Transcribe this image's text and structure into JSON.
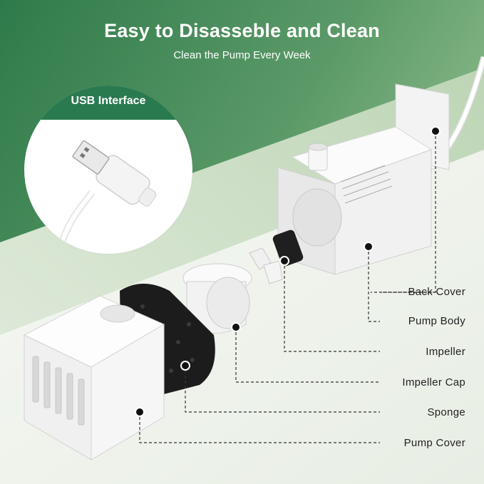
{
  "header": {
    "title": "Easy to Disasseble and Clean",
    "subtitle": "Clean the Pump Every Week"
  },
  "usb": {
    "label": "USB Interface"
  },
  "parts": [
    {
      "label": "Back Cover"
    },
    {
      "label": "Pump Body"
    },
    {
      "label": "Impeller"
    },
    {
      "label": "Impeller Cap"
    },
    {
      "label": "Sponge"
    },
    {
      "label": "Pump Cover"
    }
  ],
  "colors": {
    "banner_green": "#2a7a4f",
    "bg_green_dark": "#3f8a55",
    "bg_green_light": "#cfe0c8"
  }
}
